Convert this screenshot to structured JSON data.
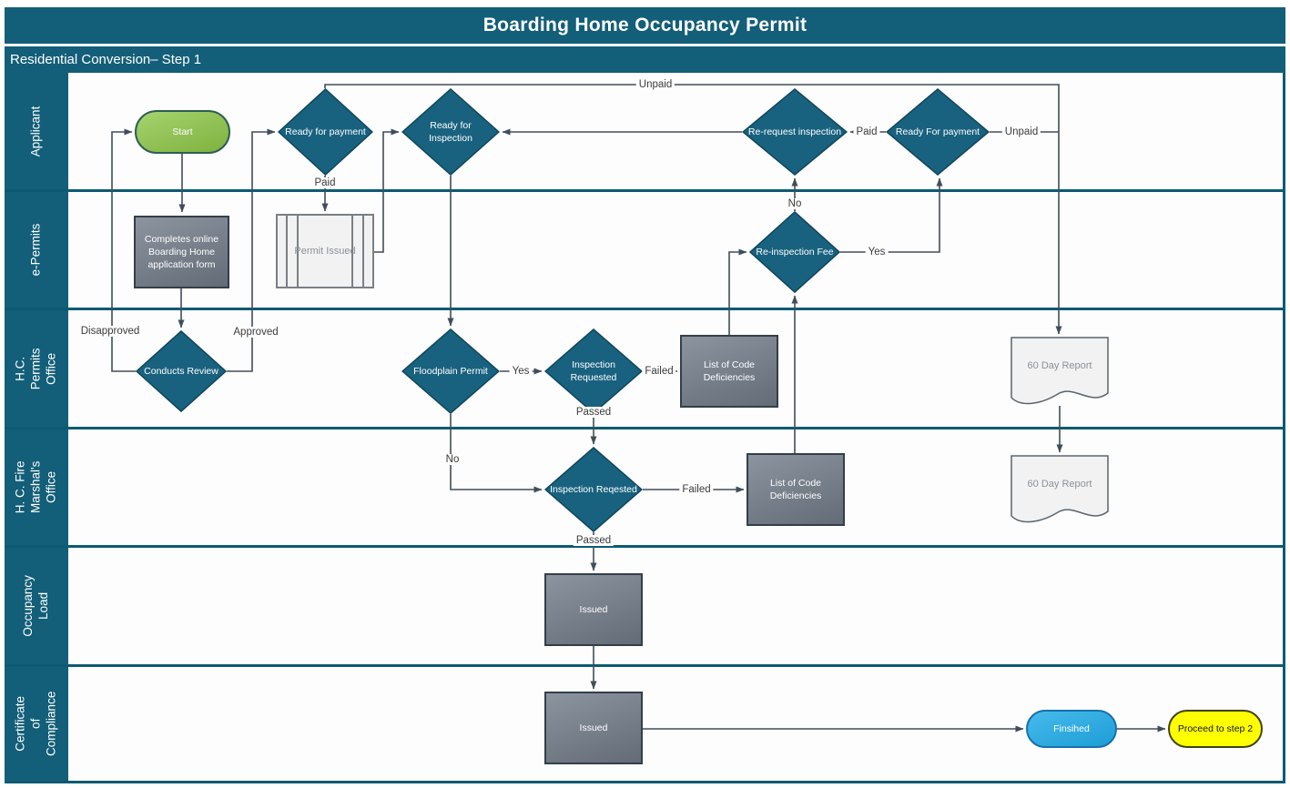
{
  "title": "Boarding Home Occupancy Permit",
  "subtitle": "Residential Conversion– Step 1",
  "lanes": [
    {
      "label": "Applicant"
    },
    {
      "label": "e-Permits"
    },
    {
      "label": "H.C. Permits Office"
    },
    {
      "label": "H. C. Fire Marshal's Office"
    },
    {
      "label": "Occupancy Load"
    },
    {
      "label": "Certificate of Compliance"
    }
  ],
  "nodes": {
    "start": "Start",
    "ready_for_payment": "Ready for payment",
    "ready_for_inspection": "Ready for Inspection",
    "re_request_inspection": "Re-request inspection",
    "ready_for_payment_2": "Ready For payment",
    "completes_form": "Completes online Boarding Home application form",
    "permit_issued": "Permit Issued",
    "re_inspection_fee": "Re-inspection Fee",
    "conducts_review": "Conducts Review",
    "floodplain_permit": "Floodplain Permit",
    "inspection_requested": "Inspection Requested",
    "list_of_code_deficiencies_permits": "List of Code Deficiencies",
    "sixty_day_report_permits": "60 Day Report",
    "inspection_reqested_fire": "Inspection Reqested",
    "list_of_code_deficiencies_fire": "List of Code Deficiencies",
    "sixty_day_report_fire": "60 Day Report",
    "issued_occupancy": "Issued",
    "issued_certificate": "Issued",
    "finished": "Finsihed",
    "proceed_to_step_2": "Proceed to step 2"
  },
  "edge_labels": {
    "unpaid_top": "Unpaid",
    "paid_epermits": "Paid",
    "disapproved": "Disapproved",
    "approved": "Approved",
    "yes_floodplain": "Yes",
    "failed_permits": "Failed",
    "passed_permits": "Passed",
    "no_floodplain": "No",
    "failed_fire": "Failed",
    "passed_fire": "Passed",
    "no_reinspection": "No",
    "yes_reinspection": "Yes",
    "paid_rerequest": "Paid",
    "unpaid_right": "Unpaid"
  },
  "colors": {
    "header_teal": "#135E78",
    "lane_divider": "#0C5A72",
    "diamond_fill": "#19627F",
    "start_green": "#8DC646",
    "process_gray": "#76808D",
    "document_fill": "#F2F2F2",
    "finished_blue": "#1FABE8",
    "proceed_yellow": "#FFFF00",
    "connector": "#414D59"
  }
}
